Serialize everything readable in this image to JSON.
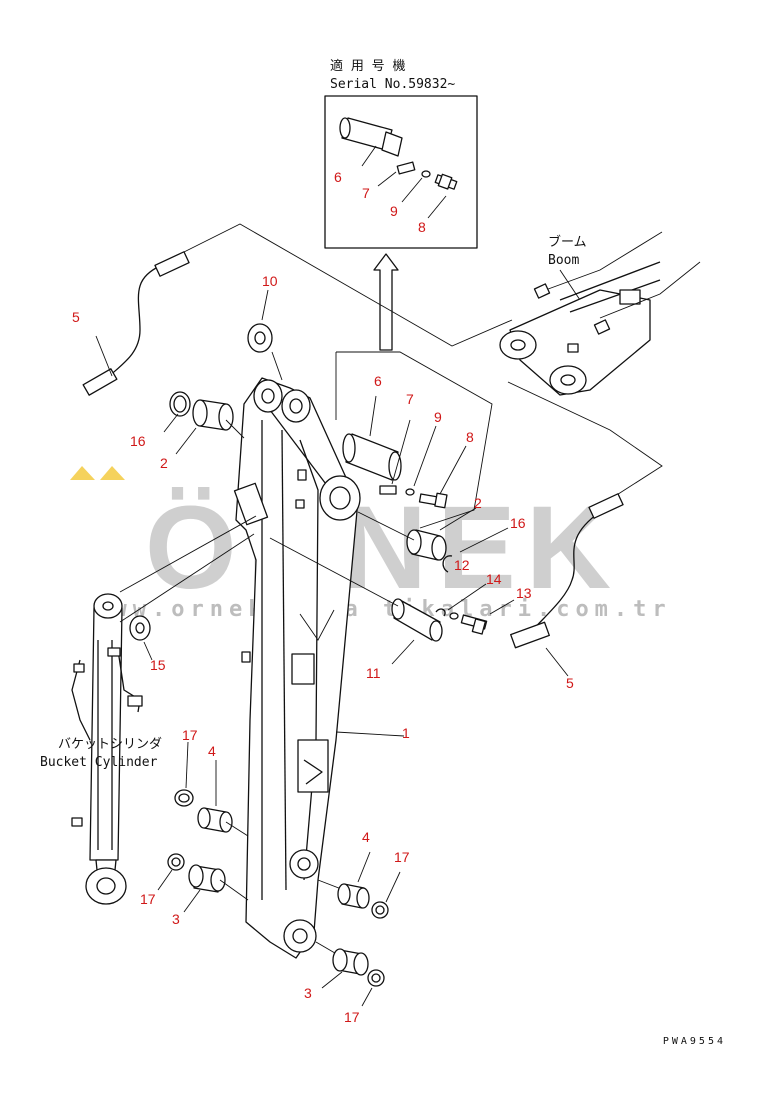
{
  "watermark": {
    "brand": "ÖRNEK",
    "url": "www.orneki sma tikalari.com.tr"
  },
  "inset": {
    "title_jp": "適 用 号 機",
    "serial": "Serial No.59832~"
  },
  "boom_label": {
    "jp": "ブーム",
    "en": "Boom"
  },
  "bucket_cylinder_label": {
    "jp": "バケットシリンダ",
    "en": "Bucket Cylinder"
  },
  "drawing_code": "PWA9554",
  "callouts": {
    "c1": "1",
    "c2a": "2",
    "c2b": "2",
    "c3a": "3",
    "c3b": "3",
    "c4a": "4",
    "c4b": "4",
    "c5a": "5",
    "c5b": "5",
    "c6a": "6",
    "c6b": "6",
    "c7a": "7",
    "c7b": "7",
    "c8a": "8",
    "c8b": "8",
    "c9a": "9",
    "c9b": "9",
    "c10": "10",
    "c11": "11",
    "c12": "12",
    "c13": "13",
    "c14": "14",
    "c15": "15",
    "c16a": "16",
    "c16b": "16",
    "c17a": "17",
    "c17b": "17",
    "c17c": "17",
    "c17d": "17"
  }
}
